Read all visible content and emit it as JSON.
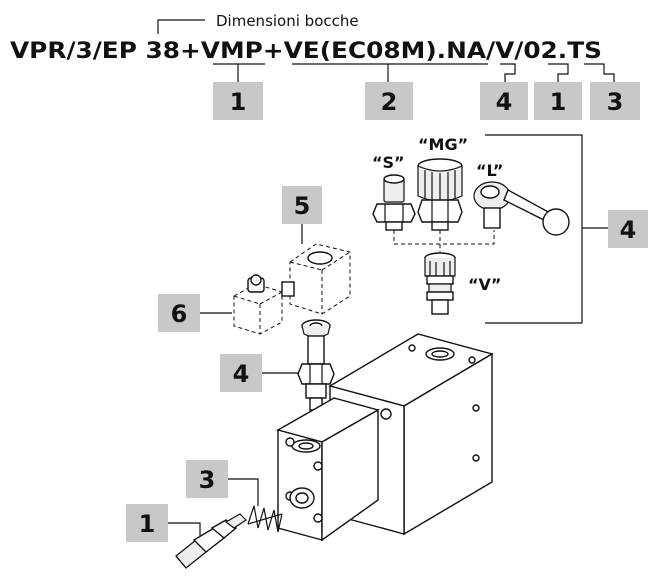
{
  "header": {
    "caption": "Dimensioni bocche",
    "code": "VPR/3/EP 38+VMP+VE(EC08M).NA/V/02.TS"
  },
  "code_callouts": [
    "1",
    "2",
    "4",
    "1",
    "3"
  ],
  "variant_labels": {
    "s": "“S”",
    "mg": "“MG”",
    "l": "“L”",
    "v": "“V”"
  },
  "part_callouts": {
    "coil": "5",
    "connector": "6",
    "cartridge": "4",
    "spring": "3",
    "plug": "1",
    "variants": "4"
  }
}
